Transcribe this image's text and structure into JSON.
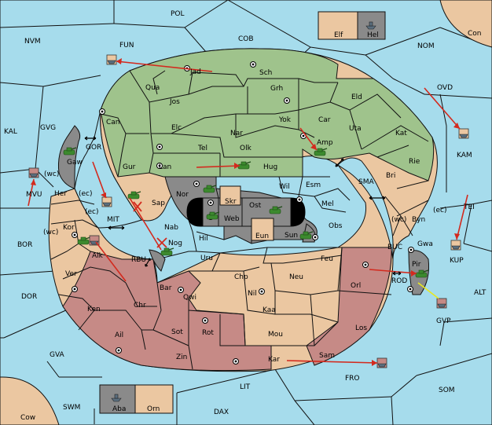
{
  "colors": {
    "sea": "#a6dcec",
    "neutral": "#ebc7a1",
    "green": "#9fc38c",
    "red": "#c68a86",
    "grey": "#8a8a8a",
    "order_arrow": "#d32a1e",
    "support_arrow": "#e8e820"
  },
  "provinces": {
    "pol": "POL",
    "nvm": "NVM",
    "fun": "FUN",
    "cob": "COB",
    "nom": "NOM",
    "con": "Con",
    "elf": "Elf",
    "hel": "Hel",
    "ovd": "OVD",
    "kal": "KAL",
    "gvg": "GVG",
    "jad": "Jad",
    "sch": "Sch",
    "qua": "Qua",
    "jos": "Jos",
    "grh": "Grh",
    "eld": "Eld",
    "can": "Can",
    "yok": "Yok",
    "car": "Car",
    "elc": "Elc",
    "nar": "Nar",
    "uta": "Uta",
    "kat": "Kat",
    "kam": "KAM",
    "gor": "GOR",
    "amp": "Amp",
    "tel": "Tel",
    "olk": "Olk",
    "gaw": "Gaw",
    "gur": "Gur",
    "lan": "Lan",
    "hug": "Hug",
    "rie": "Rie",
    "wc": "(wc)",
    "ec": "(ec)",
    "mvu": "MVU",
    "her": "Her",
    "sma": "SMA",
    "bri": "Bri",
    "wil": "Wil",
    "esm": "Esm",
    "nor": "Nor",
    "skr": "Skr",
    "ost": "Ost",
    "mel": "Mel",
    "tei": "TEI",
    "sap": "Sap",
    "mit": "MIT",
    "web": "Web",
    "byn": "Byn",
    "kor": "Kor",
    "obs": "Obs",
    "bor": "BOR",
    "nab": "Nab",
    "eun": "Eun",
    "sun": "Sun",
    "hil": "Hil",
    "gwa": "Gwa",
    "buc": "BUC",
    "kup": "KUP",
    "alk": "Alk",
    "rbu": "RBU",
    "nog": "Nog",
    "uru": "Uru",
    "feu": "Feu",
    "pir": "Pir",
    "ver": "Ver",
    "chp": "Chp",
    "neu": "Neu",
    "orl": "Orl",
    "rod": "ROD",
    "alt": "ALT",
    "dor": "DOR",
    "bar": "Bar",
    "qwi": "Qwi",
    "nil": "Nil",
    "ken": "Ken",
    "chr": "Chr",
    "gvp": "GVP",
    "kaa": "Kaa",
    "los": "Los",
    "sot": "Sot",
    "rot": "Rot",
    "ail": "Ail",
    "mou": "Mou",
    "gva": "GVA",
    "zin": "Zin",
    "kar": "Kar",
    "sam": "Sam",
    "fro": "FRO",
    "lit": "LIT",
    "som": "SOM",
    "swm": "SWM",
    "aba": "Aba",
    "orn": "Orn",
    "dax": "DAX",
    "cow": "Cow"
  }
}
